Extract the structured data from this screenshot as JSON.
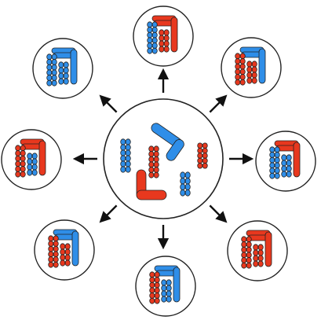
{
  "diagram": {
    "type": "radial-segregation",
    "center": {
      "chromosomes": [
        {
          "shape": "L-bent",
          "color_key": "blue"
        },
        {
          "shape": "long-ladder",
          "color_key": "blue"
        },
        {
          "shape": "short-ladder",
          "color_key": "blue"
        },
        {
          "shape": "L-bent",
          "color_key": "red"
        },
        {
          "shape": "long-ladder",
          "color_key": "red"
        },
        {
          "shape": "short-ladder",
          "color_key": "red"
        }
      ]
    },
    "daughters": [
      {
        "position": "top",
        "hook": "red",
        "long": "blue",
        "short": "red"
      },
      {
        "position": "top-right",
        "hook": "blue",
        "long": "red",
        "short": "red"
      },
      {
        "position": "right",
        "hook": "red",
        "long": "blue",
        "short": "blue"
      },
      {
        "position": "bottom-right",
        "hook": "red",
        "long": "red",
        "short": "red"
      },
      {
        "position": "bottom",
        "hook": "blue",
        "long": "red",
        "short": "blue"
      },
      {
        "position": "bottom-left",
        "hook": "blue",
        "long": "red",
        "short": "red"
      },
      {
        "position": "left",
        "hook": "red",
        "long": "red",
        "short": "blue"
      },
      {
        "position": "top-left",
        "hook": "blue",
        "long": "blue",
        "short": "blue"
      }
    ],
    "colors": {
      "red": "#e8381e",
      "blue": "#2f8ee8",
      "outline": "#222222",
      "arrow": "#111111",
      "background": "#ffffff"
    }
  }
}
